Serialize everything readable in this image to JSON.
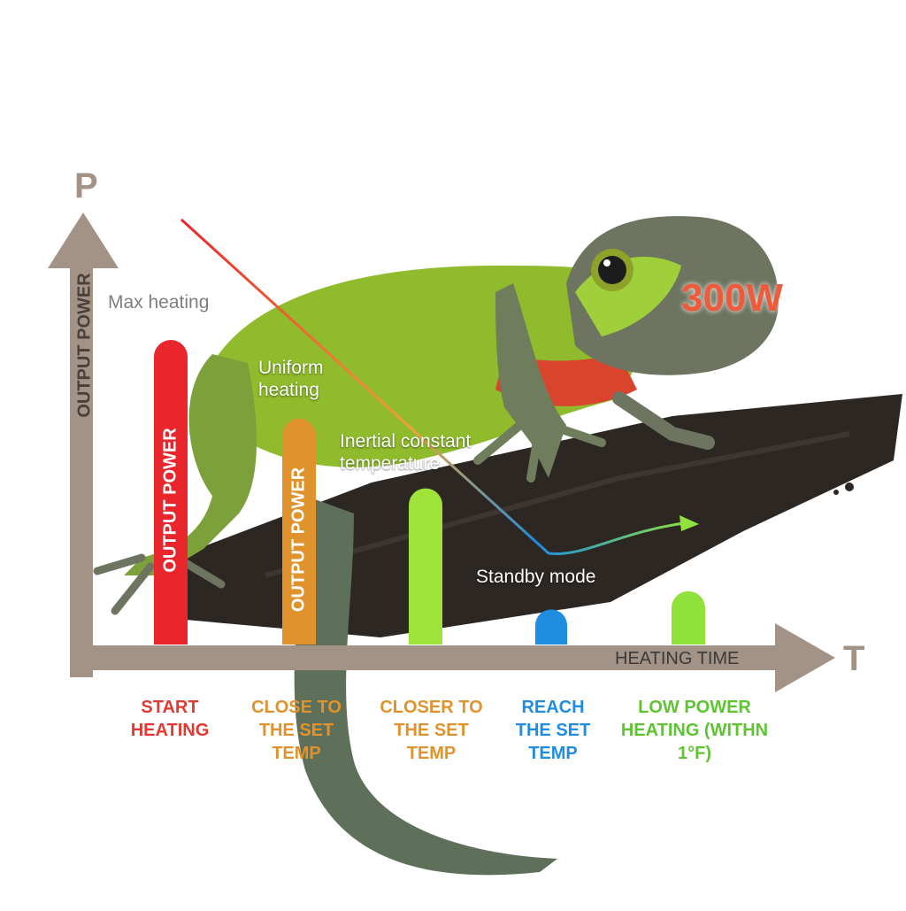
{
  "colors": {
    "axis": "#a39387",
    "start": "#e8262c",
    "close": "#e0932c",
    "closer": "#9ee23a",
    "reach": "#1f8de0",
    "low": "#8fe23a"
  },
  "chart_data": {
    "type": "bar",
    "y_axis_letter": "P",
    "x_axis_letter": "T",
    "ylabel": "OUTPUT POWER",
    "xlabel": "HEATING TIME",
    "power_label": "300W",
    "ylim": [
      0,
      100
    ],
    "categories": [
      "START HEATING",
      "CLOSE TO THE SET TEMP",
      "CLOSER TO THE SET TEMP",
      "REACH THE SET TEMP",
      "LOW POWER HEATING (WITHN 1°F)"
    ],
    "values": [
      100,
      74,
      51,
      11,
      17
    ],
    "bar_labels": [
      "OUTPUT POWER",
      "OUTPUT POWER",
      "",
      "",
      ""
    ],
    "annotations": {
      "max": "Max heating",
      "uniform": "Uniform heating",
      "inertial": "Inertial constant temperature",
      "standby": "Standby mode"
    }
  }
}
